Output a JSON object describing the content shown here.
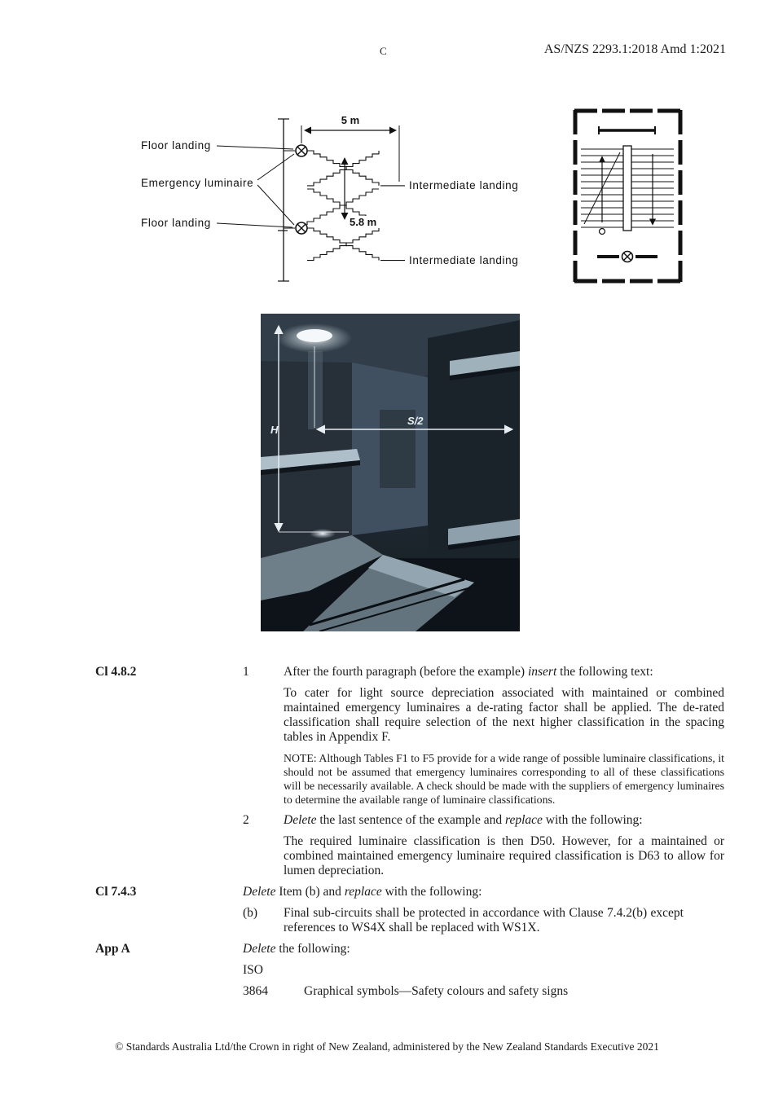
{
  "header": {
    "center_mark": "C",
    "doc_ref": "AS/NZS 2293.1:2018 Amd 1:2021"
  },
  "elevation": {
    "label_floor_landing_top": "Floor landing",
    "label_emergency_luminaire": "Emergency luminaire",
    "label_floor_landing_bottom": "Floor landing",
    "label_intermediate_landing_top": "Intermediate landing",
    "label_intermediate_landing_bottom": "Intermediate landing",
    "dim_horizontal": "5 m",
    "dim_diagonal": "5.8 m"
  },
  "render": {
    "label_h": "H",
    "label_s2": "S/2"
  },
  "body": {
    "cl482": {
      "clause": "Cl 4.8.2",
      "item1_num": "1",
      "item1_intro": [
        "After the fourth paragraph (before the example) ",
        "insert",
        " the following text:"
      ],
      "item1_para": "To cater for light source depreciation associated with maintained or combined maintained emergency luminaires a de-rating factor shall be applied. The de-rated classification shall require selection of the next higher classification in the spacing tables in Appendix F.",
      "item1_note": "NOTE: Although Tables F1 to F5 provide for a wide range of possible luminaire classifications, it should not be assumed that emergency luminaires corresponding to all of these classifications will be necessarily available. A check should be made with the suppliers of emergency luminaires to determine the available range of luminaire classifications.",
      "item2_num": "2",
      "item2_intro": [
        "Delete",
        " the last sentence of the example and ",
        "replace",
        " with the following:"
      ],
      "item2_para": "The required luminaire classification is then D50. However, for a maintained or combined maintained emergency luminaire required classification is D63 to allow for lumen depreciation."
    },
    "cl743": {
      "clause": "Cl 7.4.3",
      "intro": [
        "Delete",
        " Item (b) and ",
        "replace",
        " with the following:"
      ],
      "item_label": "(b)",
      "item_text": "Final sub-circuits shall be protected in accordance with Clause 7.4.2(b) except references to WS4X shall be replaced with WS1X."
    },
    "appA": {
      "clause": "App A",
      "intro": [
        "Delete",
        " the following:"
      ],
      "iso": "ISO",
      "ref_num": "3864",
      "ref_title": "Graphical symbols—Safety colours and safety signs"
    }
  },
  "footer": {
    "copyright": "© Standards Australia Ltd/the Crown in right of New Zealand, administered by the New Zealand Standards Executive 2021"
  }
}
